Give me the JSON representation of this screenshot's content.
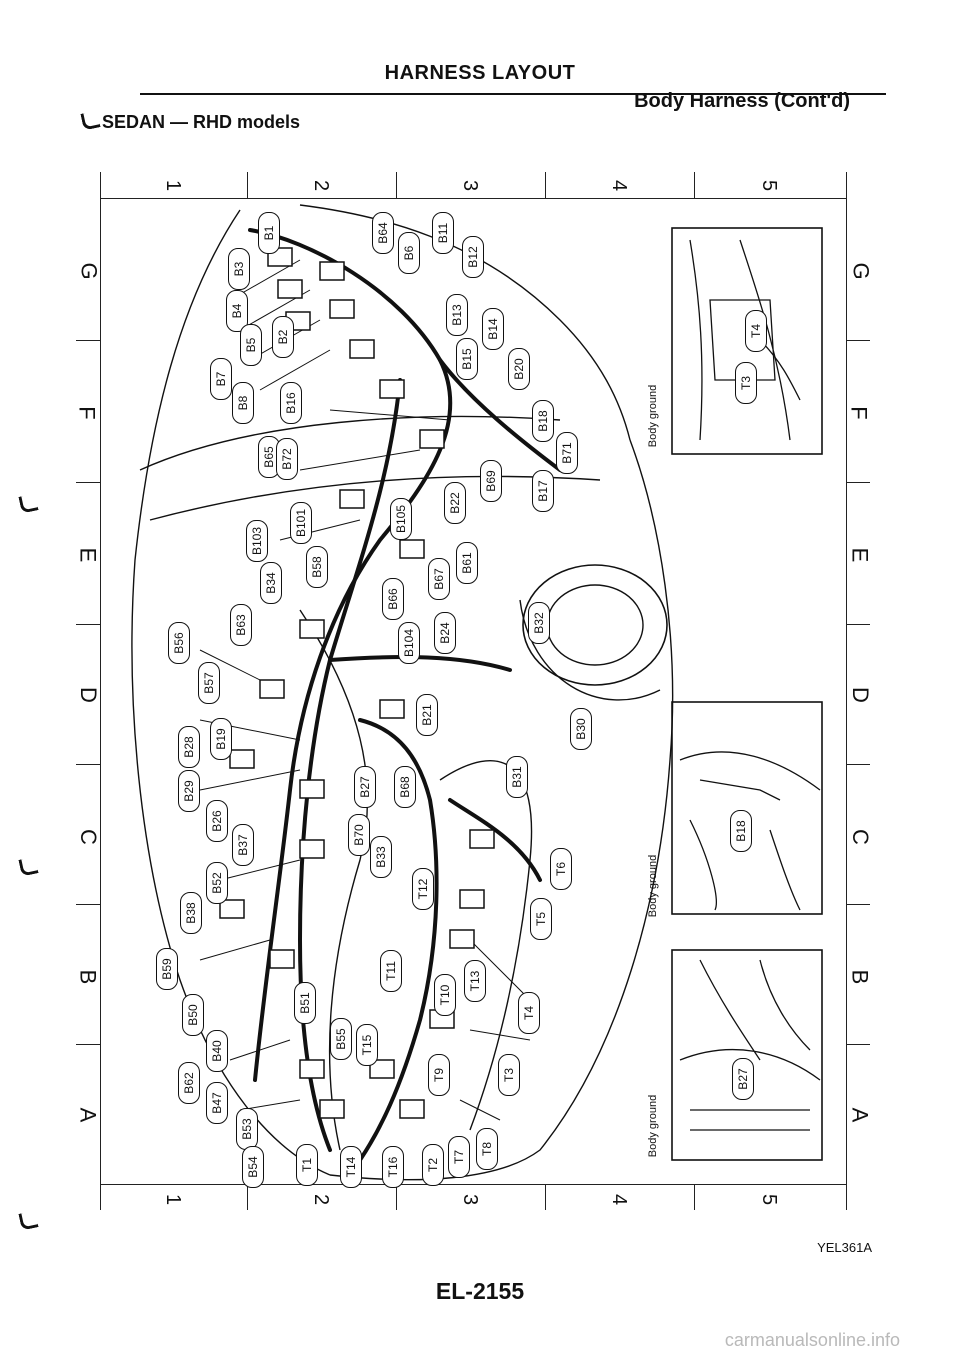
{
  "header": {
    "title": "HARNESS LAYOUT",
    "subtitle": "Body Harness (Cont'd)",
    "model_label": "SEDAN — RHD models"
  },
  "grid": {
    "columns": [
      "1",
      "2",
      "3",
      "4",
      "5"
    ],
    "rows": [
      "G",
      "F",
      "E",
      "D",
      "C",
      "B",
      "A"
    ]
  },
  "connectors": [
    "B1",
    "B3",
    "B4",
    "B2",
    "B5",
    "B7",
    "B8",
    "B16",
    "B64",
    "B6",
    "B11",
    "B12",
    "B13",
    "B14",
    "B15",
    "B20",
    "B18",
    "B71",
    "B17",
    "B69",
    "B22",
    "B105",
    "B65",
    "B72",
    "B101",
    "B103",
    "B34",
    "B58",
    "B63",
    "B66",
    "B67",
    "B61",
    "B56",
    "B57",
    "B104",
    "B24",
    "B32",
    "B19",
    "B28",
    "B29",
    "B26",
    "B37",
    "B27",
    "B68",
    "B21",
    "B31",
    "B30",
    "B70",
    "B33",
    "B52",
    "B38",
    "B59",
    "B50",
    "B40",
    "B51",
    "B62",
    "B47",
    "B55",
    "B53",
    "B54",
    "T1",
    "T14",
    "T16",
    "T2",
    "T7",
    "T8",
    "T15",
    "T11",
    "T10",
    "T13",
    "T12",
    "T9",
    "T3",
    "T4",
    "T5",
    "T6"
  ],
  "insets": [
    {
      "label": "Body ground",
      "connectors": [
        "T4",
        "T3"
      ]
    },
    {
      "label": "Body ground",
      "connectors": [
        "B18"
      ]
    },
    {
      "label": "Body ground",
      "connectors": [
        "B27"
      ]
    }
  ],
  "footer": {
    "figure_code": "YEL361A",
    "page_number": "EL-2155",
    "watermark": "carmanualsonline.info"
  }
}
